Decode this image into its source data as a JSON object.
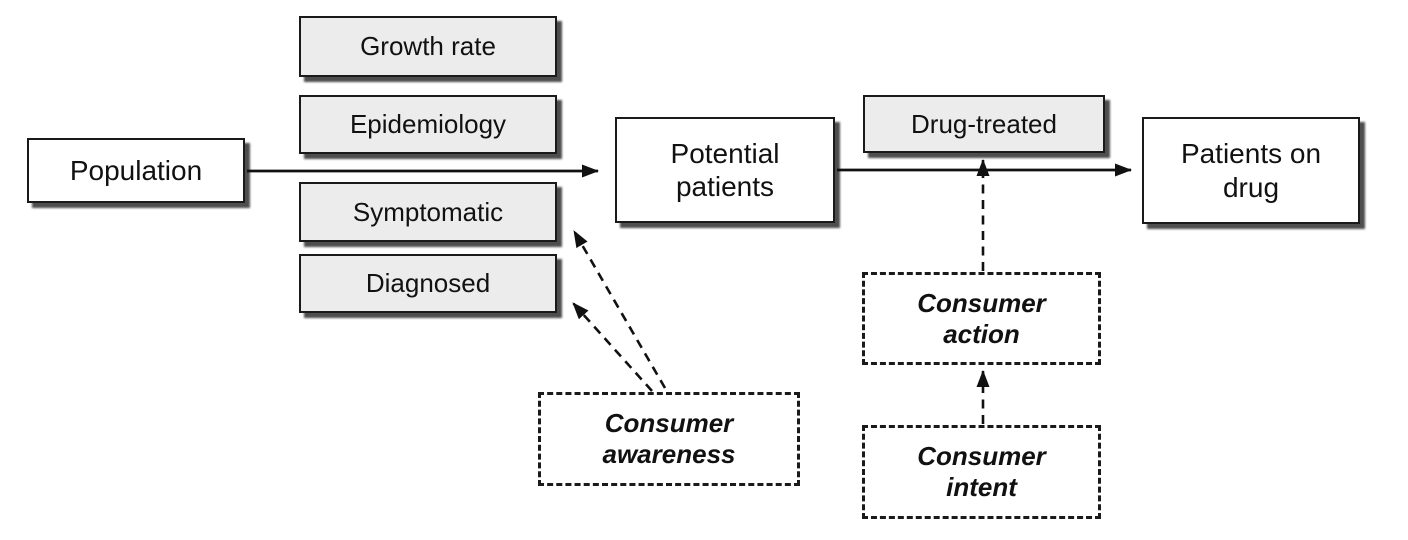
{
  "colors": {
    "background": "#ffffff",
    "box_border": "#1a1a1a",
    "white_box_bg": "#ffffff",
    "gray_box_bg": "#ececec",
    "shadow": "#4e4e4e",
    "text": "#111111",
    "arrow": "#111111"
  },
  "nodes": {
    "population": {
      "label": "Population"
    },
    "growth_rate": {
      "label": "Growth rate"
    },
    "epidemiology": {
      "label": "Epidemiology"
    },
    "symptomatic": {
      "label": "Symptomatic"
    },
    "diagnosed": {
      "label": "Diagnosed"
    },
    "potential_patients": {
      "label": "Potential patients"
    },
    "drug_treated": {
      "label": "Drug-treated"
    },
    "patients_on_drug": {
      "label": "Patients on drug"
    },
    "consumer_awareness": {
      "label": "Consumer awareness"
    },
    "consumer_action": {
      "label": "Consumer action"
    },
    "consumer_intent": {
      "label": "Consumer intent"
    }
  },
  "connections": [
    {
      "from": "Population",
      "to": "Potential patients",
      "style": "solid"
    },
    {
      "from": "Potential patients",
      "to": "Patients on drug",
      "style": "solid"
    },
    {
      "from": "Consumer awareness",
      "to": "Symptomatic",
      "style": "dashed"
    },
    {
      "from": "Consumer awareness",
      "to": "Diagnosed",
      "style": "dashed"
    },
    {
      "from": "Consumer action",
      "to": "Drug-treated",
      "style": "dashed"
    },
    {
      "from": "Consumer intent",
      "to": "Consumer action",
      "style": "dashed"
    }
  ]
}
